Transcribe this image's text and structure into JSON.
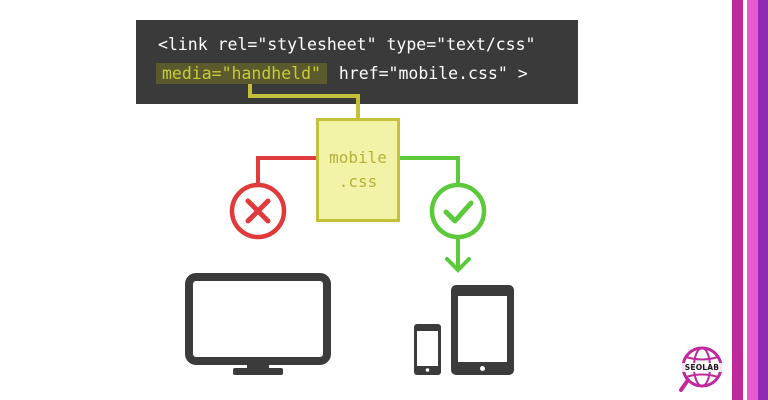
{
  "code": {
    "line1": "<link rel=\"stylesheet\" type=\"text/css\"",
    "line2_highlight": "media=\"handheld\"",
    "line2_rest": "href=\"mobile.css\" >"
  },
  "file": {
    "line1": "mobile",
    "line2": ".css"
  },
  "logo": {
    "text": "SEOLAB"
  },
  "colors": {
    "code_bg": "#3a3a3a",
    "highlight": "#c7cc3a",
    "file_border": "#c3c03a",
    "file_bg": "#f3f3a8",
    "reject": "#e03a3a",
    "accept": "#5cc93a",
    "device": "#3b3b3b",
    "stripe_magenta": "#c0289e",
    "stripe_pink": "#e85ad0",
    "stripe_purple": "#8e2ab4"
  },
  "icons": {
    "reject": "x-circle-icon",
    "accept": "check-circle-icon",
    "desktop": "desktop-monitor-icon",
    "phone": "smartphone-icon",
    "tablet": "tablet-icon"
  }
}
